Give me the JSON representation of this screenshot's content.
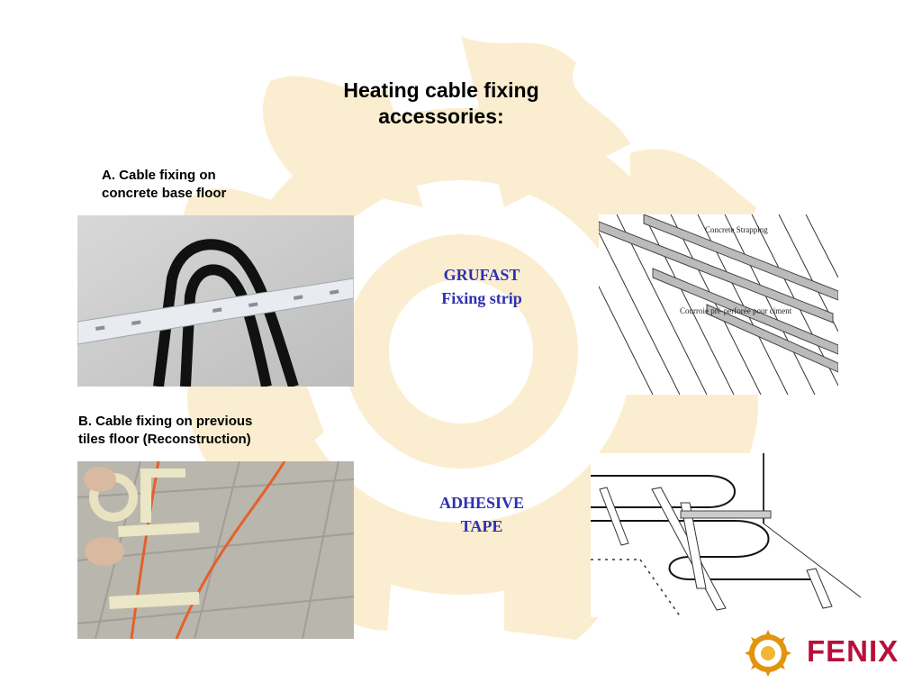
{
  "slide": {
    "title_line1": "Heating cable fixing",
    "title_line2": "accessories:",
    "section_a_line1": "A. Cable fixing on",
    "section_a_line2": "concrete base floor",
    "section_b_line1": "B. Cable fixing on previous",
    "section_b_line2": "tiles floor (Reconstruction)",
    "caption_1_line1": "GRUFAST",
    "caption_1_line2": "Fixing strip",
    "caption_2_line1": "ADHESIVE",
    "caption_2_line2": "TAPE",
    "diagram_1_label_top": "Concrete Strapping",
    "diagram_1_label_mid": "Courroie pré-perforée pour ciment"
  },
  "brand": {
    "name": "FENIX",
    "color": "#b8103a",
    "logo_icon": "sun-logo-icon"
  },
  "colors": {
    "caption": "#2f2fb4",
    "watermark": "#fbeed0"
  }
}
